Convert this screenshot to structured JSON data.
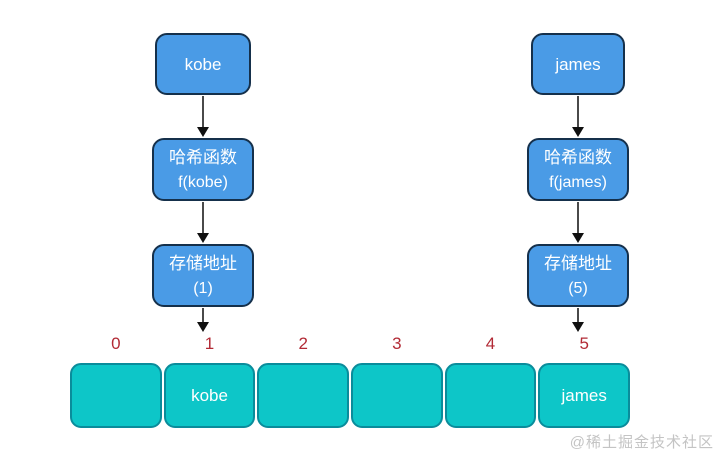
{
  "chains": [
    {
      "key": "kobe",
      "hash_title": "哈希函数",
      "hash_expr": "f(kobe)",
      "addr_title": "存储地址",
      "addr_slot": "(1)"
    },
    {
      "key": "james",
      "hash_title": "哈希函数",
      "hash_expr": "f(james)",
      "addr_title": "存储地址",
      "addr_slot": "(5)"
    }
  ],
  "array": {
    "indices": [
      "0",
      "1",
      "2",
      "3",
      "4",
      "5"
    ],
    "cells": [
      "",
      "kobe",
      "",
      "",
      "",
      "james"
    ]
  },
  "watermark": "@稀土掘金技术社区",
  "colors": {
    "box_fill": "#4A9BE6",
    "box_border": "#15304B",
    "cell_fill": "#0DC6C8",
    "cell_border": "#0A8C9B",
    "index_label": "#B22A35",
    "box_text": "#FFFFFF",
    "watermark": "#C4C4C4"
  }
}
